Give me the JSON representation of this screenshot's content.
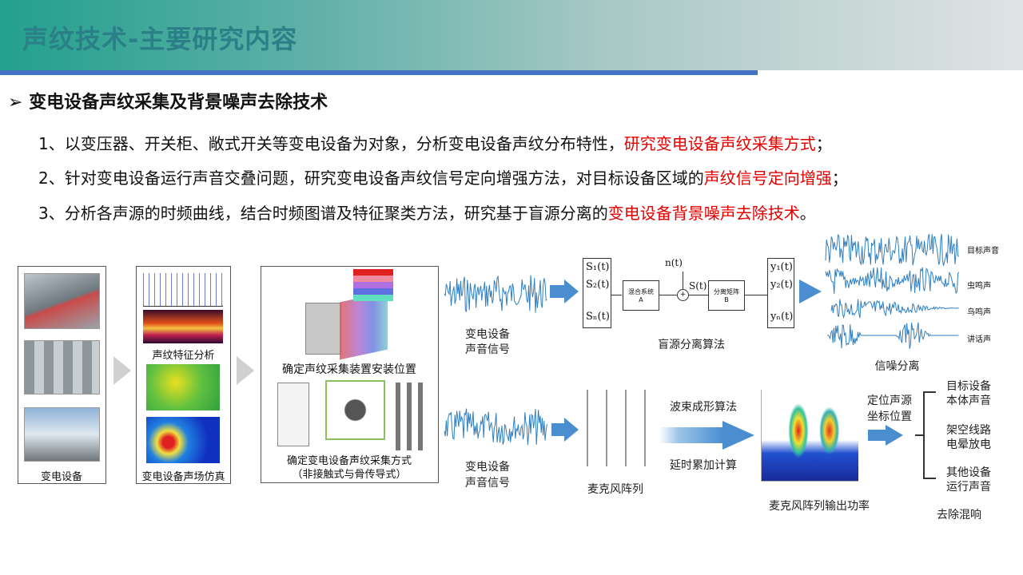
{
  "header": {
    "title": "声纹技术-主要研究内容"
  },
  "section": {
    "bullet": "➢",
    "title": "变电设备声纹采集及背景噪声去除技术"
  },
  "items": [
    {
      "pre": "1、以变压器、开关柜、敞式开关等变电设备为对象，分析变电设备声纹分布特性，",
      "hl": "研究变电设备声纹采集方式",
      "post": "；"
    },
    {
      "pre": "2、针对变电设备运行声音交叠问题，研究变电设备声纹信号定向增强方法，对目标设备区域的",
      "hl": "声纹信号定向增强",
      "post": "；"
    },
    {
      "pre": "3、分析各声源的时频曲线，结合时频图谱及特征聚类方法，研究基于盲源分离的",
      "hl": "变电设备背景噪声去除技术",
      "post": "。"
    }
  ],
  "diagram": {
    "box1_caption": "变电设备",
    "box2_caption_mid": "声纹特征分析",
    "box2_caption": "变电设备声场仿真",
    "box3_caption_top": "确定声纹采集装置安装位置",
    "box3_caption_1": "确定变电设备声纹采集方式",
    "box3_caption_2": "（非接触式与骨传导式）",
    "signal_label_1": "变电设备",
    "signal_label_2": "声音信号",
    "bss": {
      "inputs": [
        "S₁(t)",
        "S₂(t)",
        "Sₙ(t)"
      ],
      "noise": "n(t)",
      "mix_box": "混合系统",
      "mix_sub": "A",
      "sum": "+",
      "mixed": "S(t)",
      "sep_box": "分离矩阵",
      "sep_sub": "B",
      "outputs": [
        "y₁(t)",
        "y₂(t)",
        "yₙ(t)"
      ],
      "caption": "盲源分离算法"
    },
    "separated": [
      "目标声音",
      "虫鸣声",
      "鸟鸣声",
      "讲话声"
    ],
    "separated_caption": "信噪分离",
    "mic_caption": "麦克风阵列",
    "beam_top": "波束成形算法",
    "beam_bottom": "延时累加计算",
    "power_caption": "麦克风阵列输出功率",
    "locate_1": "定位声源",
    "locate_2": "坐标位置",
    "sources": [
      [
        "目标设备",
        "本体声音"
      ],
      [
        "架空线路",
        "电晕放电"
      ],
      [
        "其他设备",
        "运行声音"
      ]
    ],
    "dereverb": "去除混响"
  },
  "colors": {
    "accent": "#4472c4",
    "highlight": "#e00000",
    "wave": "#2f7fc0"
  }
}
